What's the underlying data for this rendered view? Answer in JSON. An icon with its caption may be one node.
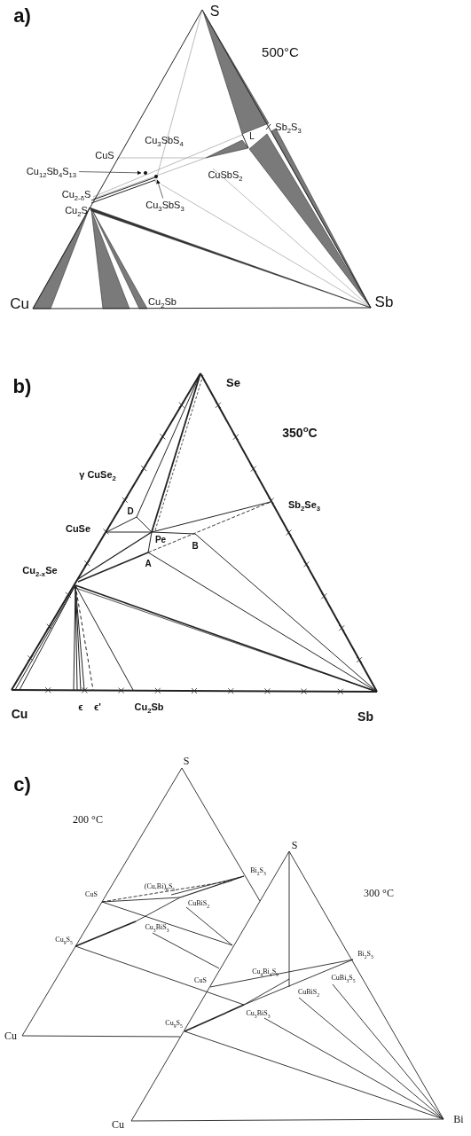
{
  "diagram": {
    "nodes": [
      {
        "text": [
          "Cu$_{12}$Sb$_{4}$S$_{13}$"
        ]
      },
      {
        "text": [
          "Cu$_{3}$SbS$_{3}$"
        ]
      },
      {
        "text": [],
        "shape": "circle"
      },
      {
        "text": [],
        "shape": "circle"
      }
    ],
    "edges": [
      {
        "from": 0,
        "to": 2,
        "arrow": "to"
      },
      {
        "from": 1,
        "to": 3,
        "arrow": "to"
      }
    ],
    "labels": [
      "a)",
      "S",
      "500°C",
      "Sb$_{2}$S$_{3}$",
      "L",
      "Cu$_{3}$SbS$_{4}$",
      "CuS",
      "CuSbS$_{2}$",
      "Cu$_{2-δ}$S",
      "Cu$_{2}$S",
      "Cu",
      "Cu$_{2}$Sb",
      "Sb",
      "b)",
      "Se",
      "350$^{o}$C",
      "γ CuSe$_{2}$",
      "Sb$_{2}$Se$_{3}$",
      "D",
      "CuSe",
      "Pe",
      "B",
      "A",
      "Cu$_{2-x}$Se",
      "Cu",
      "ϵ",
      "ϵ'",
      "Cu$_{2}$Sb",
      "Sb",
      "c)",
      "S",
      "200 °C",
      "S",
      "Bi$_{2}$S$_{3}$",
      "(Cu,Bi)$_{8}$S$_{5}$",
      "CuS",
      "CuBiS$_{2}$",
      "300 °C",
      "Cu$_{3}$BiS$_{3}$",
      "Cu$_{9}$S$_{5}$",
      "Bi$_{2}$S$_{3}$",
      "Cu$_{4}$Bi$_{4}$S$_{9}$",
      "CuS",
      "CuBi$_{3}$S$_{5}$",
      "CuBiS$_{2}$",
      "Cu$_{3}$BiS$_{3}$",
      "Cu$_{9}$S$_{5}$",
      "Cu",
      "Cu",
      "Bi"
    ]
  }
}
